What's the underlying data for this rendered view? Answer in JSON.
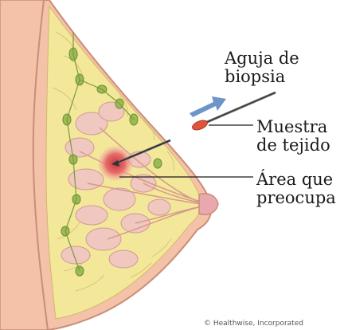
{
  "labels": {
    "needle": "Aguja de\nbiopsia",
    "sample": "Muestra\nde tejido",
    "area": "Área que\npreocupa"
  },
  "credit": "© Healthwise, Incorporated",
  "colors": {
    "skin": "#f3c2a8",
    "skin_outline": "#c98e77",
    "fat": "#f3e79a",
    "lobule": "#f0c8c0",
    "lymph": "#9cbb54",
    "lesion": "#e86a6a",
    "arrow": "#6c95c9",
    "needle": "#6f6f6f"
  }
}
